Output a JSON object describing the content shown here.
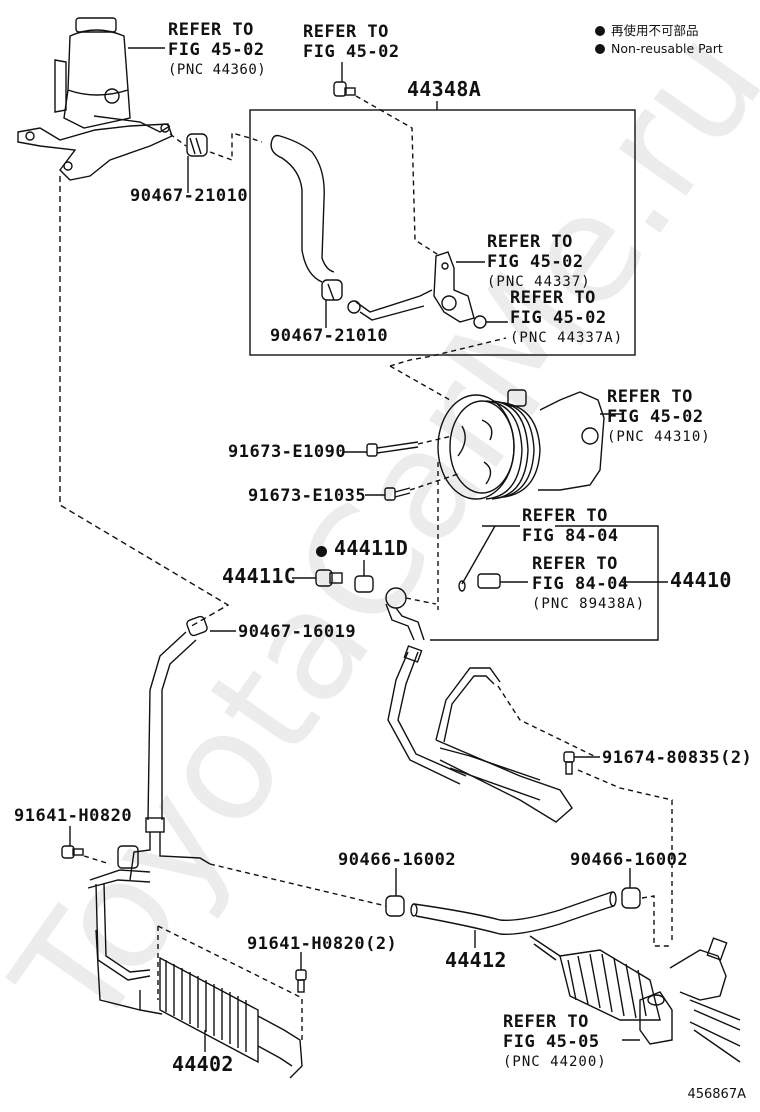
{
  "legend": {
    "items": [
      {
        "icon": "filled-circle-icon",
        "text": "再使用不可部品"
      },
      {
        "icon": "filled-circle-icon",
        "text": "Non-reusable Part"
      }
    ]
  },
  "figure_id": "456867A",
  "watermark": "ToyotaCarMe.ru",
  "callouts": {
    "reservoir": {
      "l1": "REFER TO",
      "l2": "FIG 45-02",
      "pnc": "(PNC 44360)"
    },
    "top_bolt": {
      "l1": "REFER TO",
      "l2": "FIG 45-02"
    },
    "bracket_44337": {
      "l1": "REFER TO",
      "l2": "FIG 45-02",
      "pnc": "(PNC 44337)"
    },
    "oring_44337A": {
      "l1": "REFER TO",
      "l2": "FIG 45-02",
      "pnc": "(PNC 44337A)"
    },
    "pump_44310": {
      "l1": "REFER TO",
      "l2": "FIG 45-02",
      "pnc": "(PNC 44310)"
    },
    "fig84_oring": {
      "l1": "REFER TO",
      "l2": "FIG 84-04"
    },
    "fig84_sensor": {
      "l1": "REFER TO",
      "l2": "FIG 84-04",
      "pnc": "(PNC 89438A)"
    },
    "gear_44200": {
      "l1": "REFER TO",
      "l2": "FIG 45-05",
      "pnc": "(PNC 44200)"
    }
  },
  "parts": {
    "p44348A": "44348A",
    "clamp_top_left": "90467-21010",
    "clamp_in_box": "90467-21010",
    "bolt_1090": "91673-E1090",
    "bolt_1035": "91673-E1035",
    "p44411D": "44411D",
    "p44411C": "44411C",
    "p44410": "44410",
    "clamp_16019": "90467-16019",
    "bolt_80835": "91674-80835(2)",
    "bolt_h0820": "91641-H0820",
    "bolt_h0820_2": "91641-H0820(2)",
    "clamp_16002_left": "90466-16002",
    "clamp_16002_right": "90466-16002",
    "p44412": "44412",
    "p44402": "44402"
  },
  "non_reusable": [
    "44411D"
  ]
}
